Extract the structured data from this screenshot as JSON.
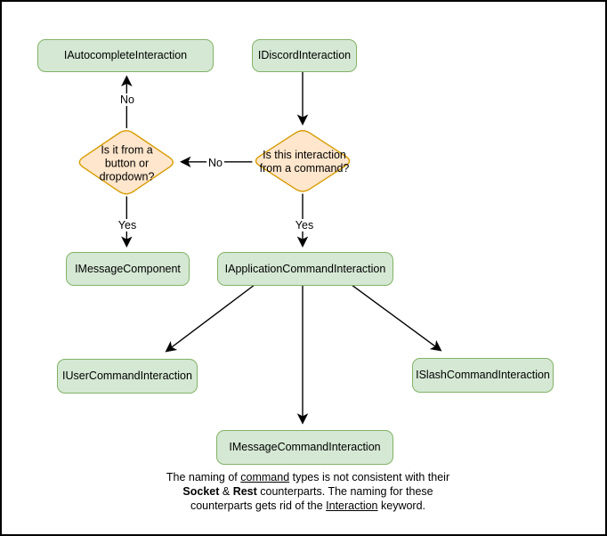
{
  "diagram": {
    "type": "flowchart",
    "nodes": {
      "autocomplete": "IAutocompleteInteraction",
      "discord": "IDiscordInteraction",
      "button_decision": "Is it from a button or dropdown?",
      "command_decision": "Is this interaction from a command?",
      "message_component": "IMessageComponent",
      "application_command": "IApplicationCommandInteraction",
      "user_command": "IUserCommandInteraction",
      "message_command": "IMessageCommandInteraction",
      "slash_command": "ISlashCommandInteraction"
    },
    "edge_labels": {
      "no_to_autocomplete": "No",
      "no_to_button_decision": "No",
      "yes_to_message_component": "Yes",
      "yes_to_application_command": "Yes"
    },
    "note": {
      "lines": [
        {
          "segments": [
            {
              "text": "The naming of "
            },
            {
              "text": "command"
            },
            {
              "text": " types is not consistent with their"
            }
          ]
        },
        {
          "segments": [
            {
              "text": "Socket"
            },
            {
              "text": " & "
            },
            {
              "text": "Rest"
            },
            {
              "text": " counterparts. The naming for these"
            }
          ]
        },
        {
          "segments": [
            {
              "text": "counterparts gets rid of the "
            },
            {
              "text": "Interaction"
            },
            {
              "text": " keyword."
            }
          ]
        }
      ]
    },
    "colors": {
      "background": "#ffffff",
      "canvas_border": "#000000",
      "node_fill": "#d5e8d4",
      "node_border": "#82b366",
      "decision_fill": "#ffe6cc",
      "decision_border": "#d79b00",
      "edge": "#000000",
      "text": "#000000"
    }
  }
}
